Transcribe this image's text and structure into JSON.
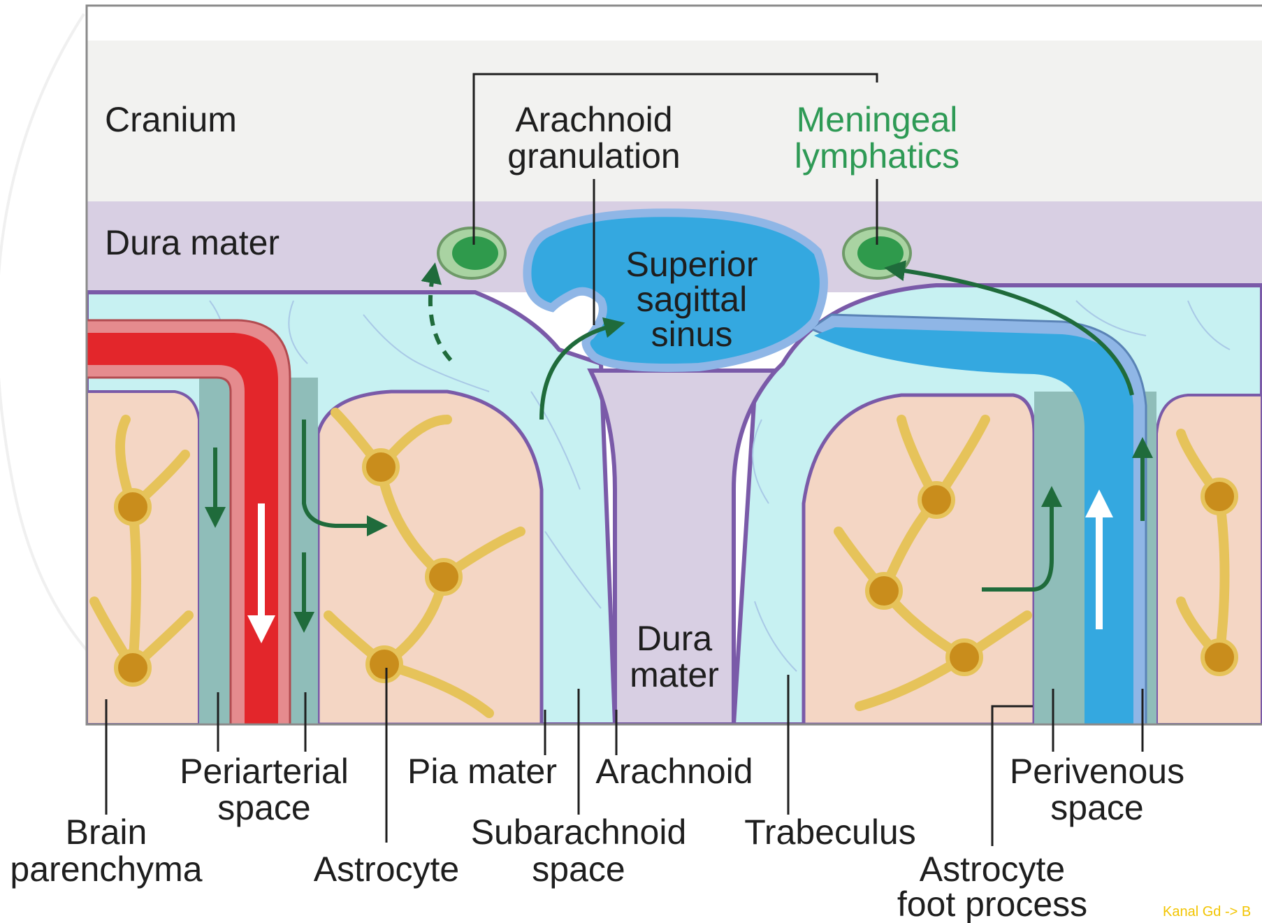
{
  "labels": {
    "cranium": "Cranium",
    "dura_mater_top": "Dura mater",
    "arachnoid_granulation": [
      "Arachnoid",
      "granulation"
    ],
    "meningeal_lymphatics": [
      "Meningeal",
      "lymphatics"
    ],
    "superior_sagittal_sinus": [
      "Superior",
      "sagittal",
      "sinus"
    ],
    "dura_mater_center": [
      "Dura",
      "mater"
    ],
    "brain_parenchyma": [
      "Brain",
      "parenchyma"
    ],
    "periarterial_space": [
      "Periarterial",
      "space"
    ],
    "astrocyte": "Astrocyte",
    "pia_mater": "Pia mater",
    "subarachnoid_space": [
      "Subarachnoid",
      "space"
    ],
    "arachnoid": "Arachnoid",
    "trabeculus": "Trabeculus",
    "astrocyte_foot_process": [
      "Astrocyte",
      "foot process"
    ],
    "perivenous_space": [
      "Perivenous",
      "space"
    ]
  },
  "watermark": "Kanal Gd -> B",
  "colors": {
    "cranium": "#f2f2f0",
    "dura": "#d8cfe3",
    "dura_border": "#7a5aa8",
    "subarachnoid": "#c7f1f2",
    "perivascular": "#8fbdb9",
    "artery": "#e3262b",
    "artery_wall": "#e58b8e",
    "vein": "#34a8e0",
    "vein_wall": "#8fb6e6",
    "parenchyma": "#f4d6c4",
    "astrocyte": "#e6c35a",
    "astrocyte_nucleus": "#c98d1c",
    "lymphatic": "#2f9a4c",
    "lymphatic_wall": "#a9d3a2",
    "flow_arrow": "#1f6b3b",
    "label_green": "#2e9a55"
  }
}
